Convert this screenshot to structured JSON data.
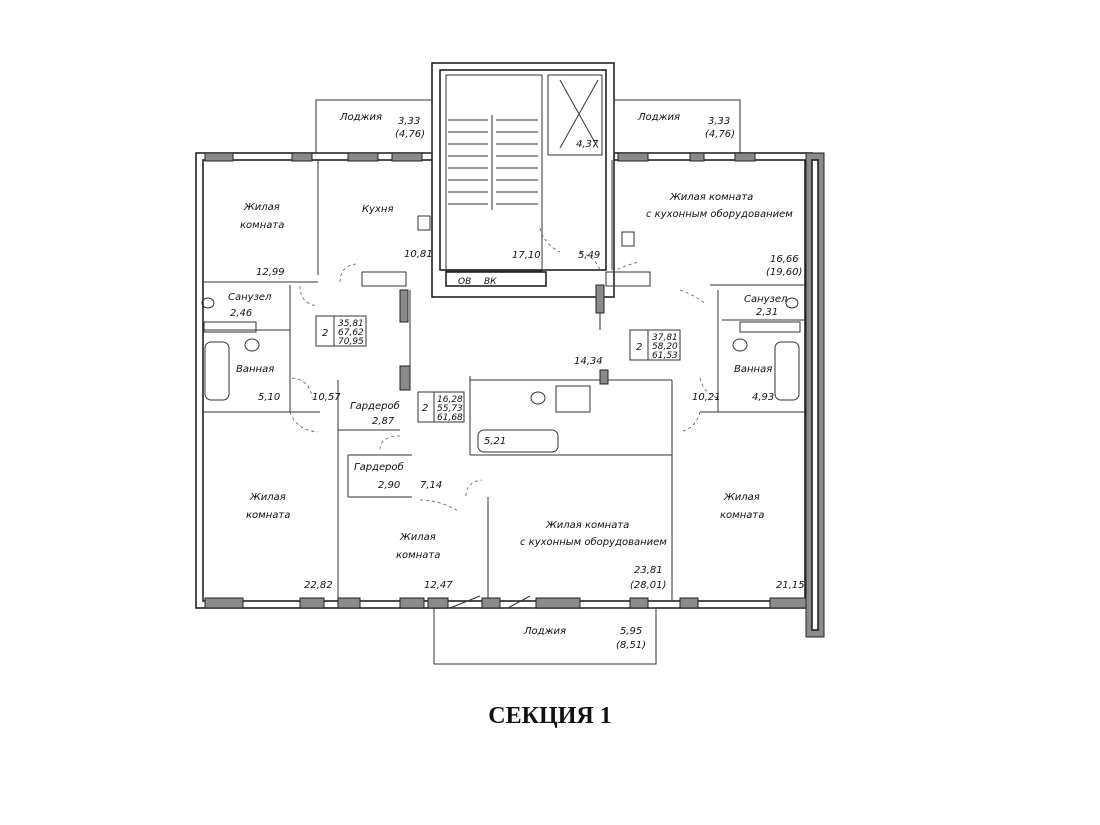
{
  "title": "СЕКЦИЯ 1",
  "rooms": {
    "loggia_tl": {
      "name": "Лоджия",
      "area": "3,33",
      "area_alt": "(4,76)"
    },
    "loggia_tr": {
      "name": "Лоджия",
      "area": "3,33",
      "area_alt": "(4,76)"
    },
    "elevator": {
      "area": "4,37"
    },
    "living_tl": {
      "name_1": "Жилая",
      "name_2": "комната",
      "area": "12,99"
    },
    "kitchen_tl": {
      "name": "Кухня",
      "area": "10,81"
    },
    "stair": {
      "area": "17,10"
    },
    "lobby_top": {
      "area": "5,49"
    },
    "ov": {
      "name": "ОВ"
    },
    "vk": {
      "name": "ВК"
    },
    "living_tr": {
      "name_1": "Жилая комната",
      "name_2": "с кухонным оборудованием",
      "area": "16,66",
      "area_alt": "(19,60)"
    },
    "wc_l": {
      "name": "Санузел",
      "area": "2,46"
    },
    "wc_r": {
      "name": "Санузел",
      "area": "2,31"
    },
    "apt_l": {
      "rooms": "2",
      "a1": "35,81",
      "a2": "67,62",
      "a3": "70,95"
    },
    "apt_r": {
      "rooms": "2",
      "a1": "37,81",
      "a2": "58,20",
      "a3": "61,53"
    },
    "apt_c": {
      "rooms": "2",
      "a1": "16,28",
      "a2": "55,73",
      "a3": "61,68"
    },
    "corridor": {
      "area": "14,34"
    },
    "bath_l": {
      "name": "Ванная",
      "area": "5,10"
    },
    "hall_l": {
      "area": "10,57"
    },
    "wardrobe_1": {
      "name": "Гардероб",
      "area": "2,87"
    },
    "bath_c": {
      "area": "5,21"
    },
    "hall_r": {
      "area": "10,21"
    },
    "bath_r": {
      "name": "Ванная",
      "area": "4,93"
    },
    "wardrobe_2": {
      "name": "Гардероб",
      "area": "2,90"
    },
    "hall_c": {
      "area": "7,14"
    },
    "living_bl": {
      "name_1": "Жилая",
      "name_2": "комната",
      "area": "22,82"
    },
    "living_bc": {
      "name_1": "Жилая",
      "name_2": "комната",
      "area": "12,47"
    },
    "living_bk": {
      "name_1": "Жилая комната",
      "name_2": "с кухонным оборудованием",
      "area": "23,81",
      "area_alt": "(28,01)"
    },
    "living_br": {
      "name_1": "Жилая",
      "name_2": "комната",
      "area": "21,15"
    },
    "loggia_b": {
      "name": "Лоджия",
      "area": "5,95",
      "area_alt": "(8,51)"
    }
  }
}
